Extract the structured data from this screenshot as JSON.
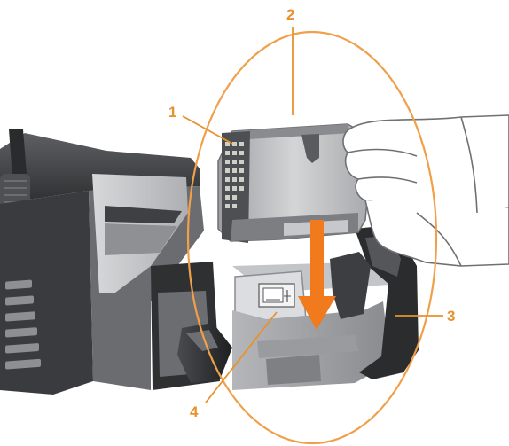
{
  "diagram": {
    "callouts": [
      {
        "id": "1",
        "label": "1"
      },
      {
        "id": "2",
        "label": "2"
      },
      {
        "id": "3",
        "label": "3"
      },
      {
        "id": "4",
        "label": "4"
      }
    ]
  },
  "colors": {
    "callout": "#e8912d",
    "arrow": "#f07a1c",
    "body_dark": "#3b3b3d",
    "body_mid": "#7a7b7d",
    "body_light": "#c9cacc",
    "cartridge": "#b9babc"
  },
  "icons": {
    "insert_arrow": "down-arrow-icon",
    "hand": "hand-illustration"
  }
}
